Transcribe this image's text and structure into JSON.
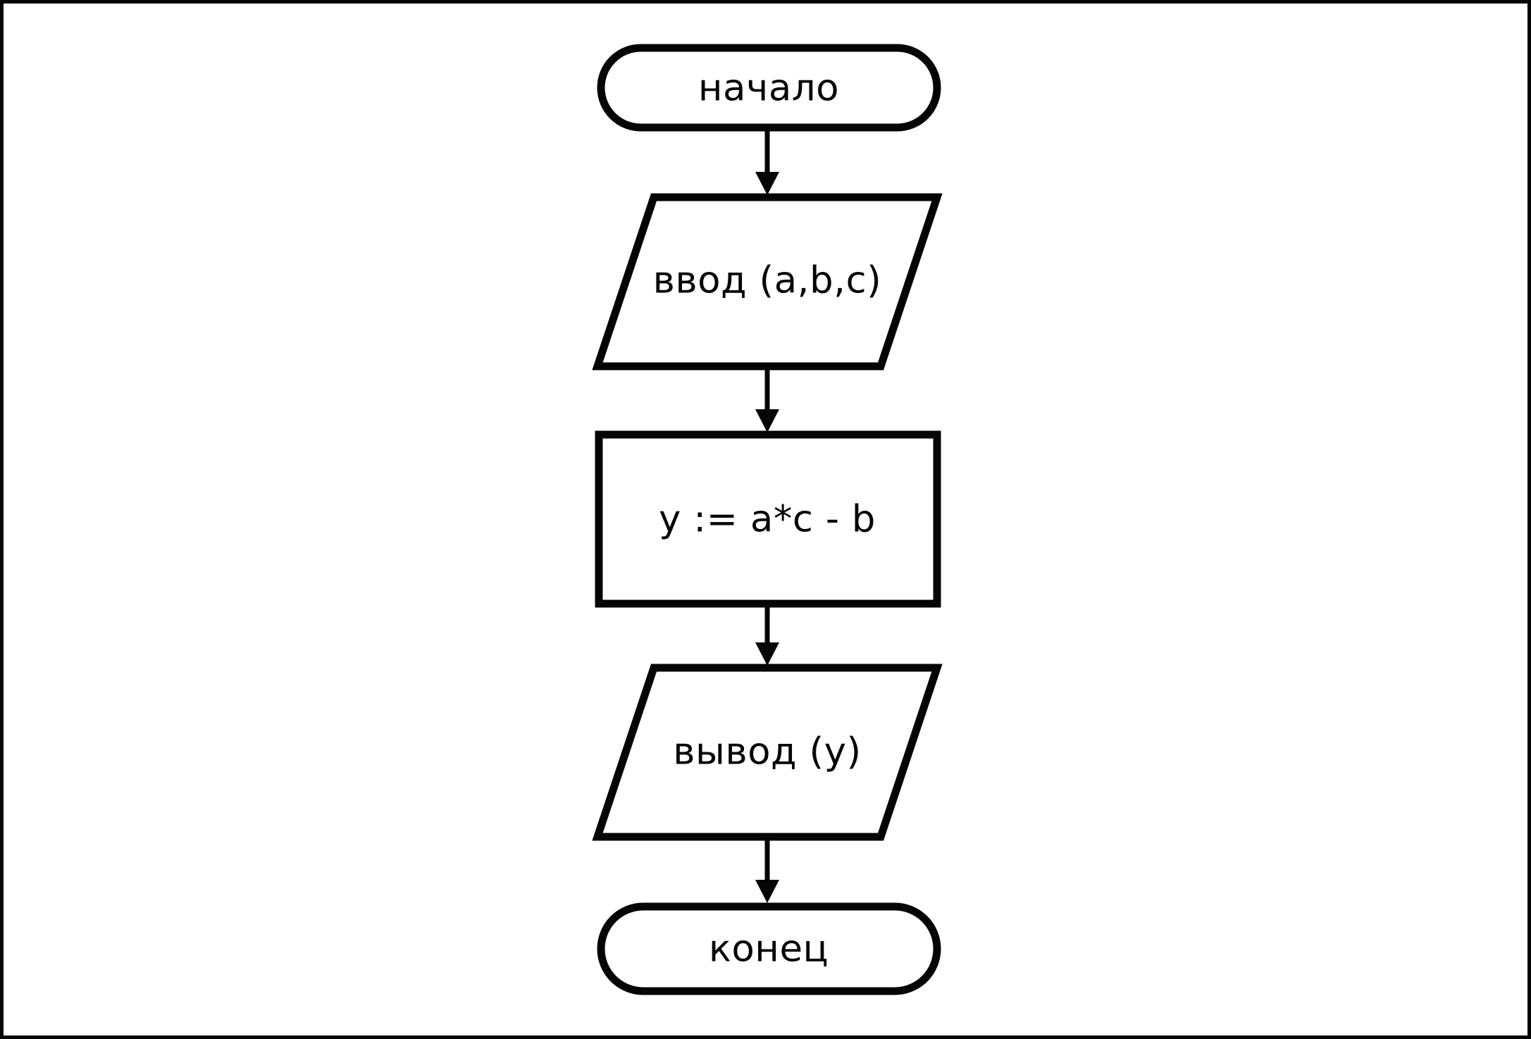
{
  "diagram": {
    "title_text": "",
    "colors": {
      "stroke": "#050505",
      "fill": "#ffffff",
      "background": "#ffffff"
    },
    "nodes": [
      {
        "id": "start",
        "kind": "terminator",
        "label": "начало"
      },
      {
        "id": "input",
        "kind": "input-output",
        "label": "ввод (a,b,c)"
      },
      {
        "id": "process",
        "kind": "process",
        "label": "y := a*c - b"
      },
      {
        "id": "output",
        "kind": "input-output",
        "label": "вывод (y)"
      },
      {
        "id": "end",
        "kind": "terminator",
        "label": "конец"
      }
    ],
    "edges": [
      {
        "from": "start",
        "to": "input",
        "label": ""
      },
      {
        "from": "input",
        "to": "process",
        "label": ""
      },
      {
        "from": "process",
        "to": "output",
        "label": ""
      },
      {
        "from": "output",
        "to": "end",
        "label": ""
      }
    ]
  }
}
